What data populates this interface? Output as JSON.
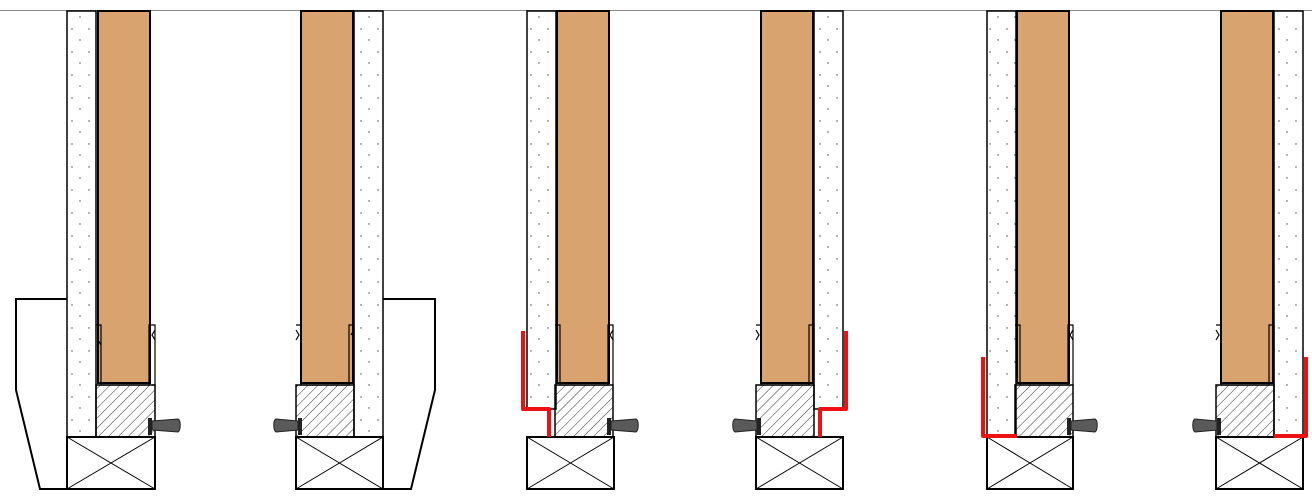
{
  "diagram": {
    "type": "construction-section-details",
    "detail_count": 6,
    "colors": {
      "wood_core": "#d8a36e",
      "outline": "#000000",
      "sealing_strip": "#ee1111",
      "fastener": "#5a5a5a",
      "background": "#ffffff"
    },
    "details": [
      {
        "id": 1,
        "panel_side": "left",
        "fastener_side": "right",
        "side_frame": "left",
        "seal": "none"
      },
      {
        "id": 2,
        "panel_side": "right",
        "fastener_side": "left",
        "side_frame": "right",
        "seal": "none"
      },
      {
        "id": 3,
        "panel_side": "left",
        "fastener_side": "right",
        "side_frame": "none",
        "seal": "z-profile-left"
      },
      {
        "id": 4,
        "panel_side": "right",
        "fastener_side": "left",
        "side_frame": "none",
        "seal": "z-profile-right"
      },
      {
        "id": 5,
        "panel_side": "left",
        "fastener_side": "right",
        "side_frame": "none",
        "seal": "l-profile-left"
      },
      {
        "id": 6,
        "panel_side": "right",
        "fastener_side": "left",
        "side_frame": "none",
        "seal": "l-profile-right"
      }
    ]
  }
}
